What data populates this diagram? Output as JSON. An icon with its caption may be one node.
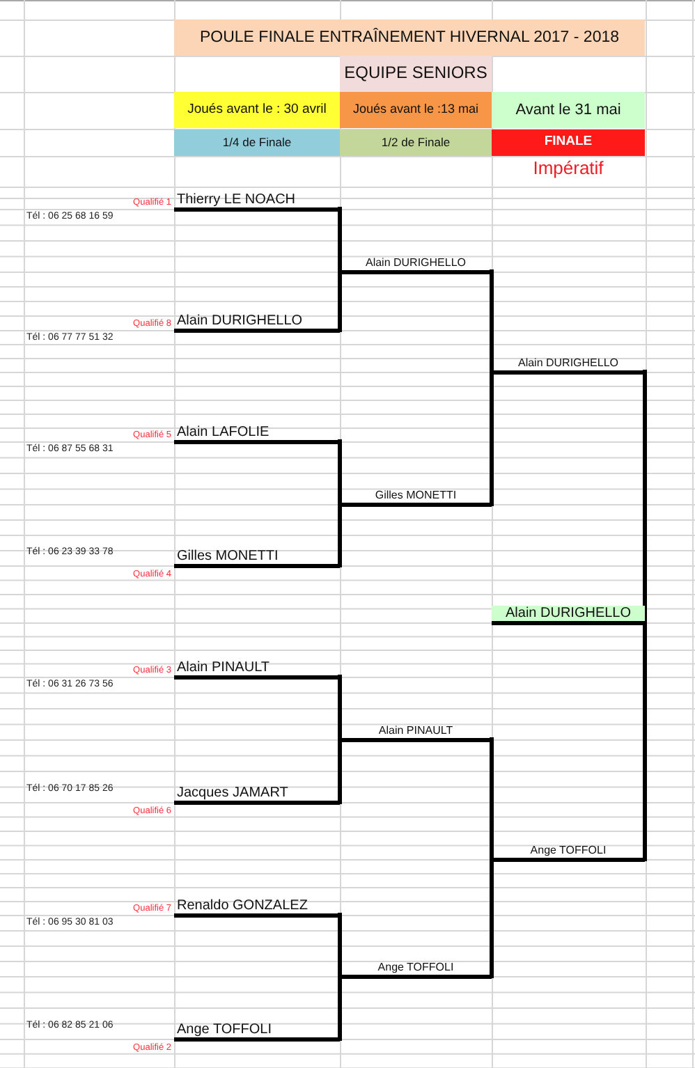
{
  "diagram": {
    "title": "POULE FINALE ENTRAÎNEMENT HIVERNAL 2017 - 2018",
    "nodes": [
      {
        "text": [
          "EQUIPE SENIORS"
        ]
      },
      {
        "text": [
          "Joués avant le : 30 avril"
        ]
      },
      {
        "text": [
          "Joués avant le :13 mai"
        ]
      },
      {
        "text": [
          "Avant le 31 mai"
        ]
      },
      {
        "text": [
          "1/4 de Finale"
        ]
      },
      {
        "text": [
          "1/2 de Finale"
        ]
      },
      {
        "text": [
          "FINALE"
        ],
        "beside": [
          "Impératif"
        ]
      },
      {
        "text": [
          "Thierry LE NOACH"
        ],
        "beside": [
          "Qualifié 1",
          "Tél : 06 25 68 16 59"
        ]
      },
      {
        "text": [
          "Alain DURIGHELLO"
        ]
      },
      {
        "text": [
          "Alain DURIGHELLO"
        ],
        "beside": [
          "Qualifié 8",
          "Tél : 06 77 77 51 32"
        ]
      },
      {
        "text": [
          "Alain DURIGHELLO"
        ]
      },
      {
        "text": [
          "Alain LAFOLIE"
        ],
        "beside": [
          "Qualifié 5",
          "Tél : 06 87 55 68 31"
        ]
      },
      {
        "text": [
          "Gilles MONETTI"
        ]
      },
      {
        "text": [
          "Gilles MONETTI"
        ],
        "beside": [
          "Tél : 06 23 39 33 78",
          "Qualifié 4"
        ]
      },
      {
        "text": [
          "Alain DURIGHELLO"
        ]
      },
      {
        "text": [
          "Alain PINAULT"
        ],
        "beside": [
          "Qualifié 3",
          "Tél : 06 31 26 73 56"
        ]
      },
      {
        "text": [
          "Alain PINAULT"
        ]
      },
      {
        "text": [
          "Jacques JAMART"
        ],
        "beside": [
          "Tél : 06 70 17 85 26",
          "Qualifié 6"
        ]
      },
      {
        "text": [
          "Ange TOFFOLI"
        ]
      },
      {
        "text": [
          "Renaldo GONZALEZ"
        ],
        "beside": [
          "Qualifié 7",
          "Tél : 06 95 30 81 03"
        ]
      },
      {
        "text": [
          "Ange TOFFOLI"
        ]
      },
      {
        "text": [
          "Ange TOFFOLI"
        ],
        "beside": [
          "Tél : 06 82 85 21 06",
          "Qualifié 2"
        ]
      }
    ],
    "edges": [
      {
        "from": 7,
        "to": 8,
        "arrow": "none"
      },
      {
        "from": 9,
        "to": 8,
        "arrow": "none"
      },
      {
        "from": 11,
        "to": 12,
        "arrow": "none"
      },
      {
        "from": 13,
        "to": 12,
        "arrow": "none"
      },
      {
        "from": 8,
        "to": 10,
        "arrow": "none"
      },
      {
        "from": 12,
        "to": 10,
        "arrow": "none"
      },
      {
        "from": 15,
        "to": 16,
        "arrow": "none"
      },
      {
        "from": 17,
        "to": 16,
        "arrow": "none"
      },
      {
        "from": 19,
        "to": 20,
        "arrow": "none"
      },
      {
        "from": 21,
        "to": 20,
        "arrow": "none"
      },
      {
        "from": 16,
        "to": 18,
        "arrow": "none"
      },
      {
        "from": 20,
        "to": 18,
        "arrow": "none"
      },
      {
        "from": 10,
        "to": 14,
        "arrow": "none"
      },
      {
        "from": 18,
        "to": 14,
        "arrow": "none"
      }
    ]
  }
}
